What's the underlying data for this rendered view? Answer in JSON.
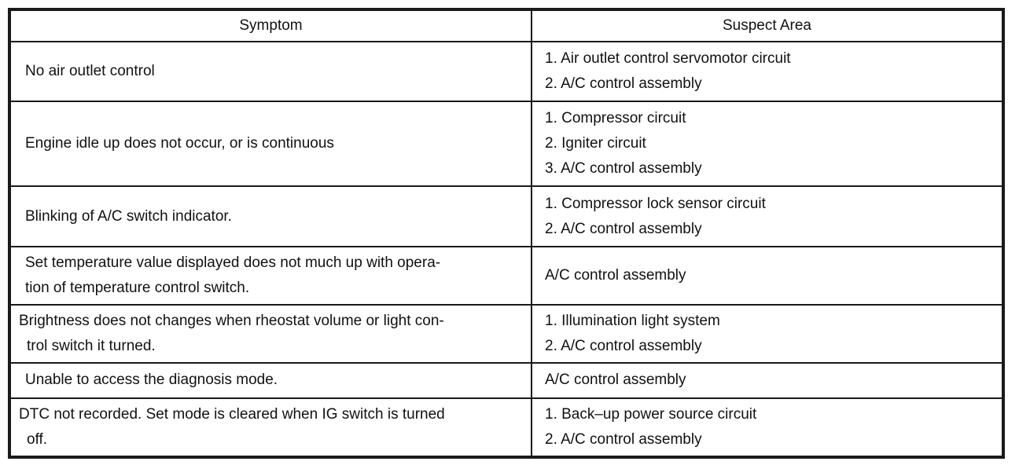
{
  "table": {
    "headers": {
      "symptom": "Symptom",
      "suspect": "Suspect Area"
    },
    "rows": [
      {
        "symptom": [
          "No air outlet control"
        ],
        "suspect": [
          "1. Air outlet control servomotor circuit",
          "2. A/C control assembly"
        ]
      },
      {
        "symptom": [
          "Engine idle up does not occur, or is continuous"
        ],
        "suspect": [
          "1. Compressor circuit",
          "2. Igniter circuit",
          "3. A/C control assembly"
        ]
      },
      {
        "symptom": [
          "Blinking of A/C switch indicator."
        ],
        "suspect": [
          "1. Compressor lock sensor circuit",
          "2. A/C control assembly"
        ]
      },
      {
        "symptom": [
          "Set temperature value displayed does not much up with opera-",
          "tion of temperature control switch."
        ],
        "suspect": [
          "A/C control assembly"
        ]
      },
      {
        "symptom": [
          "Brightness does not changes when rheostat volume or light con-",
          "trol switch it turned."
        ],
        "suspect": [
          "1. Illumination light system",
          "2. A/C control assembly"
        ]
      },
      {
        "symptom": [
          "Unable to access the diagnosis mode."
        ],
        "suspect": [
          "A/C control assembly"
        ]
      },
      {
        "symptom": [
          "DTC not recorded. Set mode is cleared when IG switch is turned",
          "off."
        ],
        "suspect": [
          "1. Back–up power source circuit",
          "2. A/C control assembly"
        ]
      }
    ]
  }
}
